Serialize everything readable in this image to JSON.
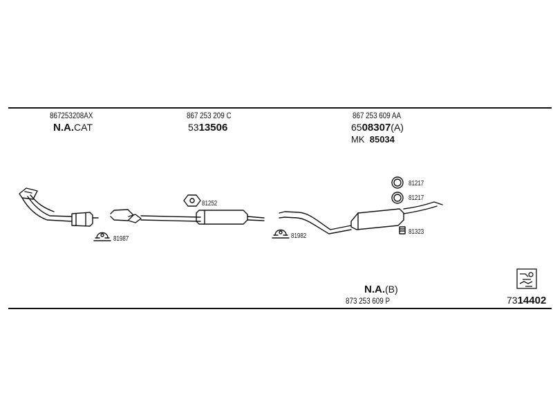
{
  "sections": [
    {
      "part_number": "867253208AX",
      "code_prefix": "",
      "code_main": "N.A.",
      "code_suffix": "CAT"
    },
    {
      "part_number": "867 253 209 C",
      "code_prefix": "53",
      "code_main": "13506",
      "code_suffix": ""
    },
    {
      "part_number": "867 253 609 AA",
      "code_prefix": "65",
      "code_main": "08307",
      "code_suffix": "(A)",
      "mk_label": "MK",
      "mk_value": "85034"
    }
  ],
  "clamps": {
    "c1": "81987",
    "c2": "81252",
    "c3": "81982",
    "c4": "81217",
    "c5": "81217",
    "c6": "81323"
  },
  "bottom": {
    "code_main": "N.A.",
    "code_suffix": "(B)",
    "part_number": "873 253 609 P",
    "ref_prefix": "73",
    "ref_main": "14402"
  }
}
